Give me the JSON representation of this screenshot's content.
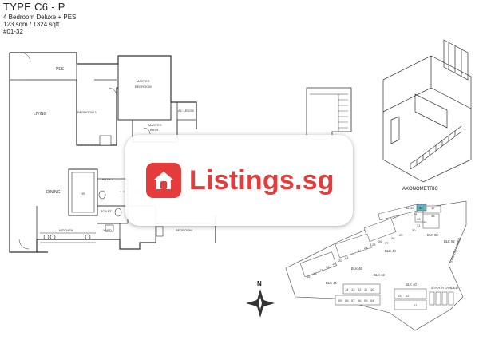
{
  "unit": {
    "type": "TYPE C6 - P",
    "description": "4 Bedroom Deluxe + PES",
    "area": "123 sqm / 1324 sqft",
    "unit_no": "#01-32"
  },
  "rooms": {
    "pes": "PES",
    "master_bedroom": "MASTER BEDROOM",
    "ac_ledge": "AC LEDGE",
    "living": "LIVING",
    "bedroom1": "BEDROOM 1",
    "master_bath": "MASTER BATH",
    "dining": "DINING",
    "hs": "HS",
    "bath2": "BATH 2",
    "toilet": "TOILET",
    "kitchen": "KITCHEN",
    "yard": "YARD",
    "bedroom": "BEDROOM"
  },
  "axonometric_label": "AXONOMETRIC",
  "compass_label": "N",
  "site_plan": {
    "blocks": [
      "BLK 50",
      "BLK 48",
      "BLK 46",
      "BLK 44",
      "BLK 42",
      "BLK 40",
      "BLK 52"
    ],
    "strata_landed_1": "STRATA LANDED",
    "strata_landed_2": "STRATA LANDED",
    "highlight_unit": "32",
    "highlight_color": "#5fb3c2",
    "unit_numbers": [
      "36",
      "35",
      "34",
      "33",
      "32",
      "37",
      "38",
      "39",
      "31",
      "30",
      "29",
      "28",
      "27",
      "26",
      "25",
      "24",
      "23",
      "22",
      "21",
      "20",
      "19",
      "18",
      "17",
      "16",
      "15",
      "14",
      "13",
      "12",
      "11",
      "10",
      "09",
      "08",
      "07",
      "06",
      "05",
      "04",
      "03",
      "02",
      "01"
    ]
  },
  "watermark": {
    "text": "Listings.sg",
    "color": "#e43c3c"
  }
}
